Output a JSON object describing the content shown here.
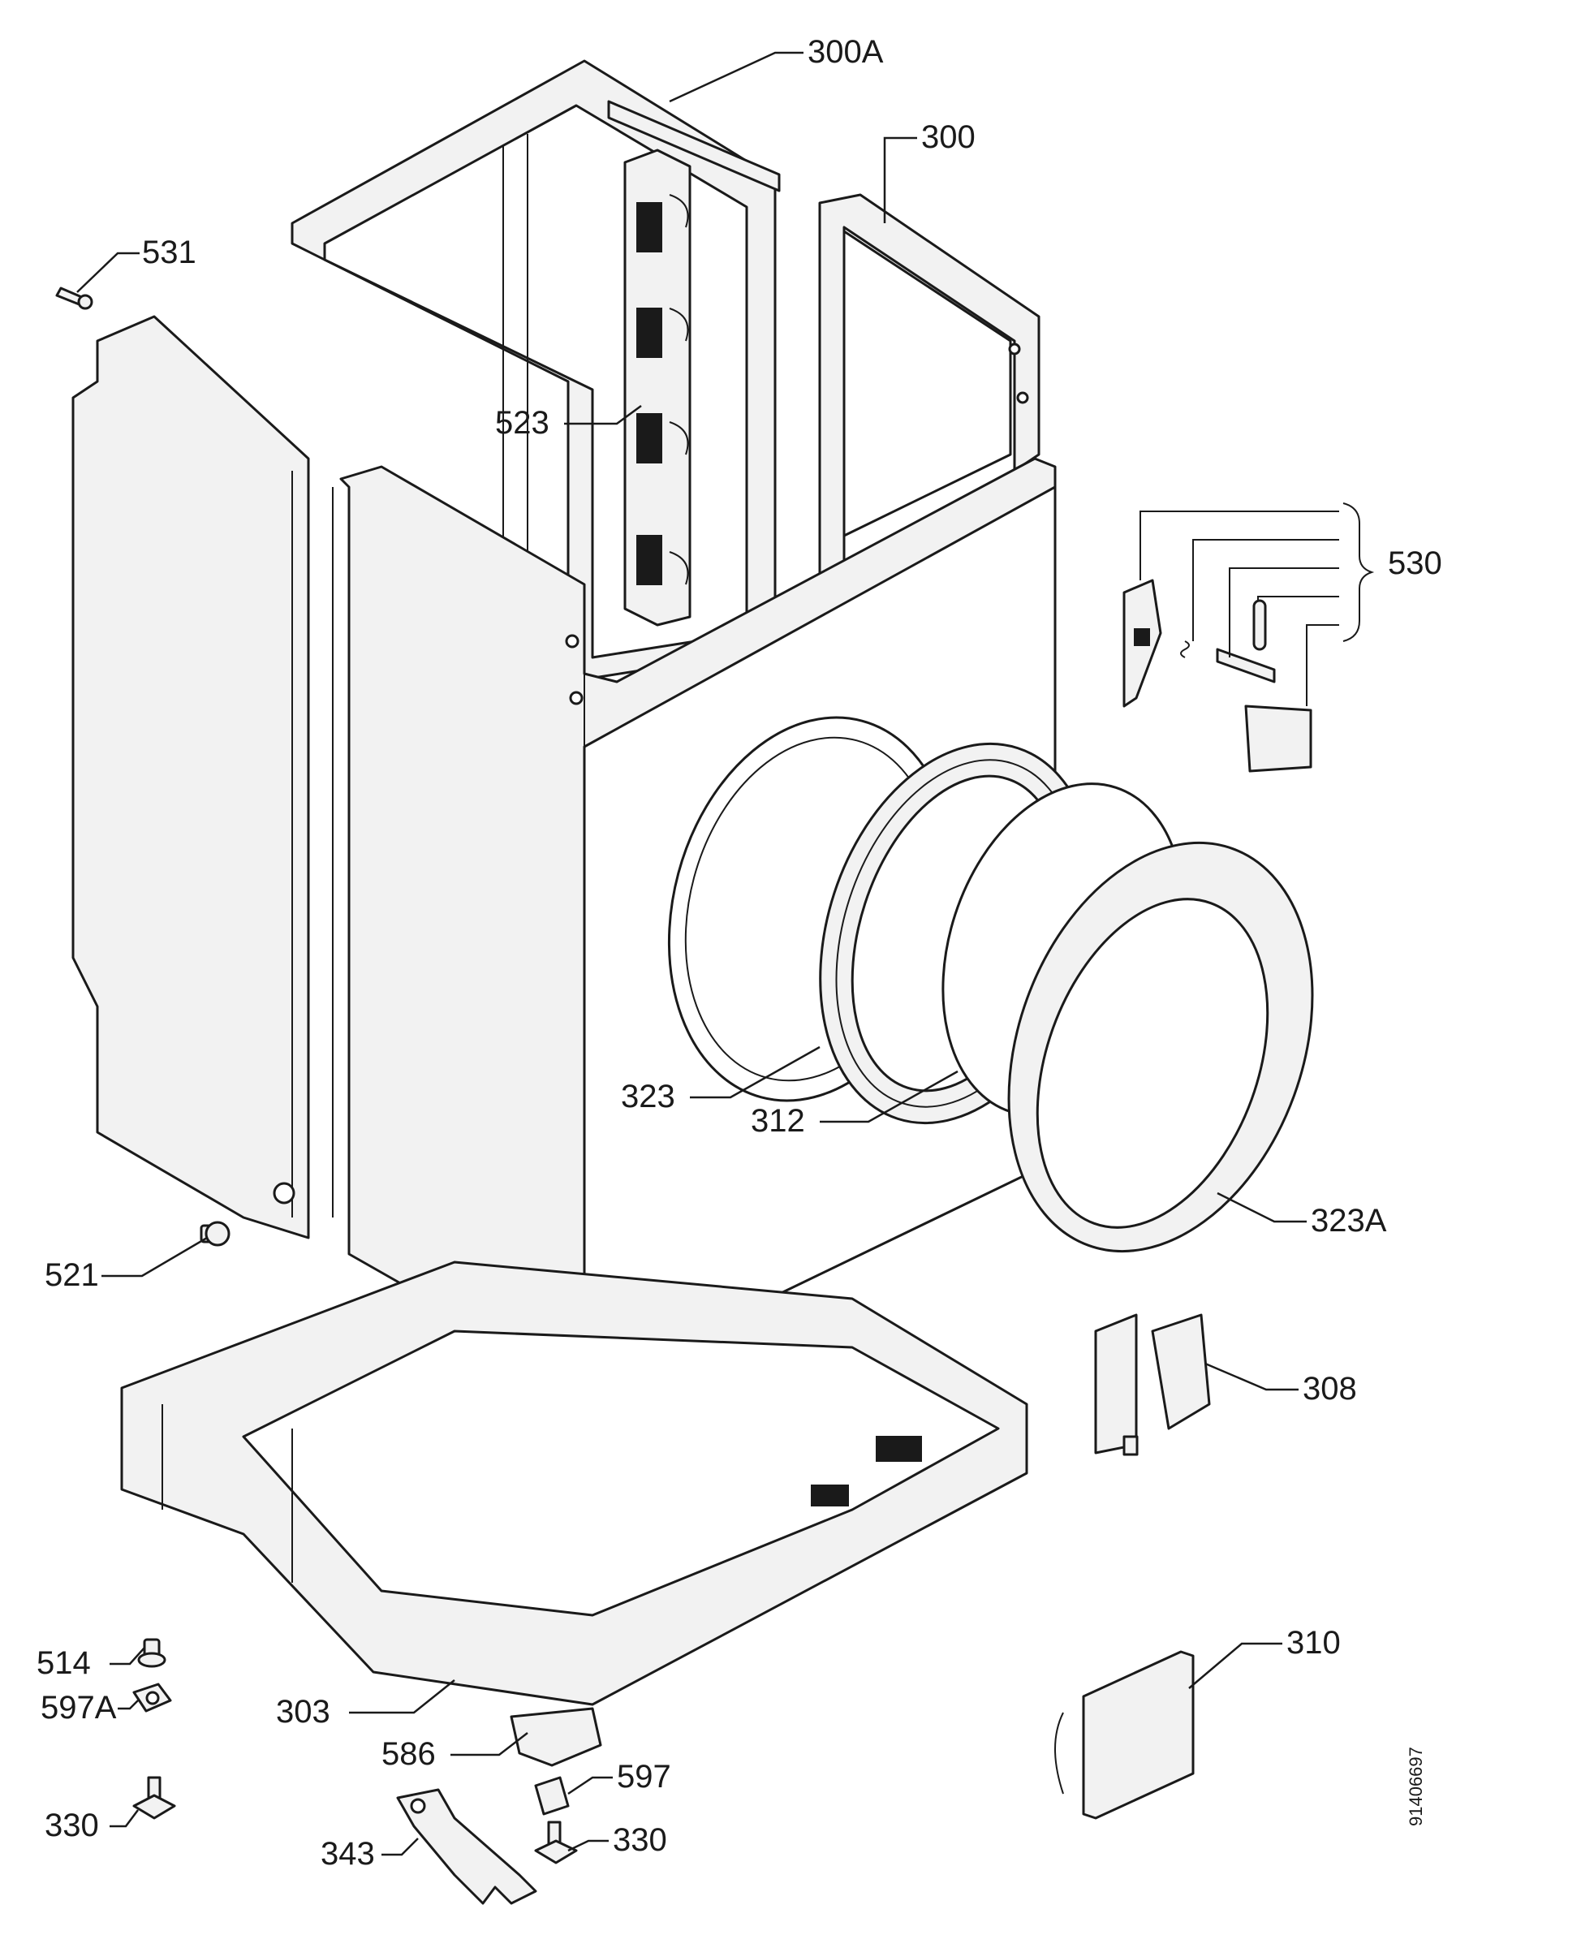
{
  "diagram": {
    "reference_number": "91406697",
    "callouts": [
      {
        "id": "300A",
        "label": "300A"
      },
      {
        "id": "300",
        "label": "300"
      },
      {
        "id": "531",
        "label": "531"
      },
      {
        "id": "523",
        "label": "523"
      },
      {
        "id": "530",
        "label": "530"
      },
      {
        "id": "323",
        "label": "323"
      },
      {
        "id": "312",
        "label": "312"
      },
      {
        "id": "323A",
        "label": "323A"
      },
      {
        "id": "521",
        "label": "521"
      },
      {
        "id": "308",
        "label": "308"
      },
      {
        "id": "310",
        "label": "310"
      },
      {
        "id": "514",
        "label": "514"
      },
      {
        "id": "597A",
        "label": "597A"
      },
      {
        "id": "330a",
        "label": "330"
      },
      {
        "id": "303",
        "label": "303"
      },
      {
        "id": "586",
        "label": "586"
      },
      {
        "id": "597",
        "label": "597"
      },
      {
        "id": "343",
        "label": "343"
      },
      {
        "id": "330b",
        "label": "330"
      }
    ]
  }
}
